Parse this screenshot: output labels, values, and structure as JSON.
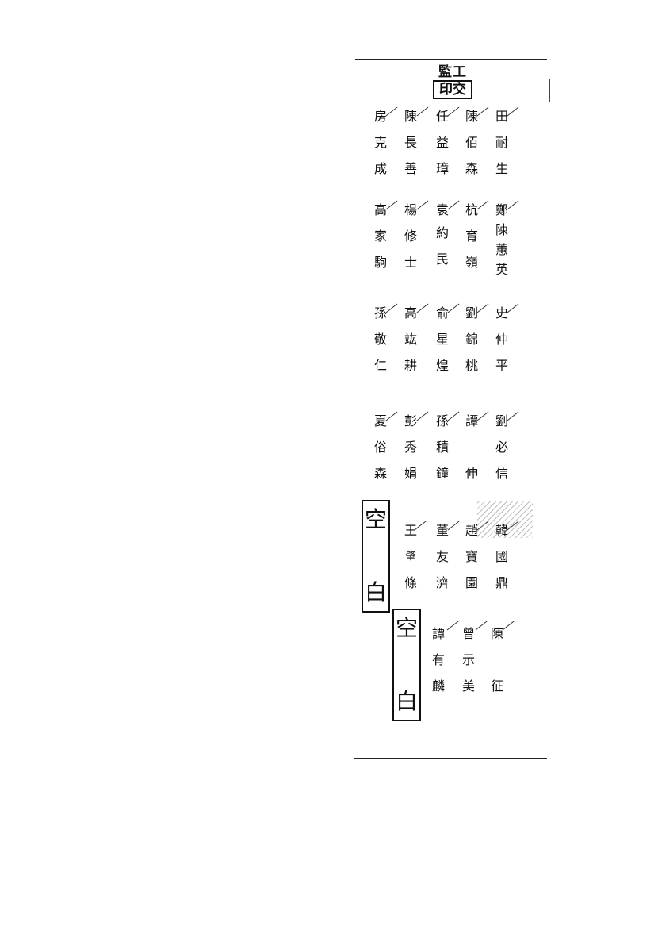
{
  "stamp": {
    "top": "監工",
    "bottom": "印交"
  },
  "rows": [
    {
      "columns": [
        {
          "chars": [
            "房",
            "克",
            "成"
          ]
        },
        {
          "chars": [
            "陳",
            "長",
            "善"
          ]
        },
        {
          "chars": [
            "任",
            "益",
            "璋"
          ]
        },
        {
          "chars": [
            "陳",
            "佰",
            "森"
          ]
        },
        {
          "chars": [
            "田",
            "耐",
            "生"
          ]
        }
      ]
    },
    {
      "columns": [
        {
          "chars": [
            "高",
            "家",
            "駒"
          ]
        },
        {
          "chars": [
            "楊",
            "修",
            "士"
          ]
        },
        {
          "chars": [
            "袁",
            "約",
            "民"
          ]
        },
        {
          "chars": [
            "杭",
            "育",
            "嶺"
          ]
        },
        {
          "chars": [
            "鄭",
            "陳",
            "蕙",
            "英"
          ]
        }
      ]
    },
    {
      "columns": [
        {
          "chars": [
            "孫",
            "敬",
            "仁"
          ]
        },
        {
          "chars": [
            "高",
            "竑",
            "耕"
          ]
        },
        {
          "chars": [
            "俞",
            "星",
            "煌"
          ]
        },
        {
          "chars": [
            "劉",
            "錦",
            "桃"
          ]
        },
        {
          "chars": [
            "史",
            "仲",
            "平"
          ]
        }
      ]
    },
    {
      "columns": [
        {
          "chars": [
            "夏",
            "俗",
            "森"
          ]
        },
        {
          "chars": [
            "彭",
            "秀",
            "娟"
          ]
        },
        {
          "chars": [
            "孫",
            "積",
            "鐘"
          ]
        },
        {
          "chars": [
            "譚",
            "",
            "伸"
          ]
        },
        {
          "chars": [
            "劉",
            "必",
            "信"
          ]
        }
      ]
    },
    {
      "columns": [
        {
          "chars": [
            "王",
            "肇",
            "條"
          ]
        },
        {
          "chars": [
            "董",
            "友",
            "濟"
          ]
        },
        {
          "chars": [
            "趙",
            "寶",
            "園"
          ]
        },
        {
          "chars": [
            "韓",
            "國",
            "鼎"
          ]
        }
      ]
    },
    {
      "columns": [
        {
          "chars": [
            "譚",
            "有",
            "麟"
          ]
        },
        {
          "chars": [
            "曾",
            "示",
            "美"
          ]
        },
        {
          "chars": [
            "陳",
            "",
            "征"
          ]
        }
      ]
    }
  ],
  "blank_box_1": {
    "char1": "空",
    "char2": "白"
  },
  "blank_box_2": {
    "char1": "空",
    "char2": "白"
  }
}
